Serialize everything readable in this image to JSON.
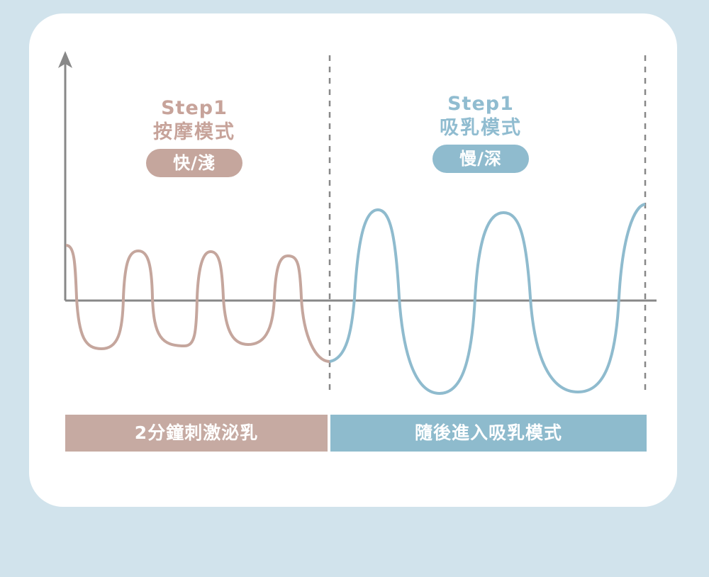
{
  "colors": {
    "background": "#d1e3ec",
    "card": "#ffffff",
    "massage": "#c5a69d",
    "suck": "#8fbbce",
    "axis": "#888888"
  },
  "massage_phase": {
    "step": "Step1",
    "mode": "按摩模式",
    "speed": "快/淺",
    "duration_label": "2分鐘刺激泌乳"
  },
  "suck_phase": {
    "step": "Step1",
    "mode": "吸乳模式",
    "speed": "慢/深",
    "duration_label": "隨後進入吸乳模式"
  }
}
